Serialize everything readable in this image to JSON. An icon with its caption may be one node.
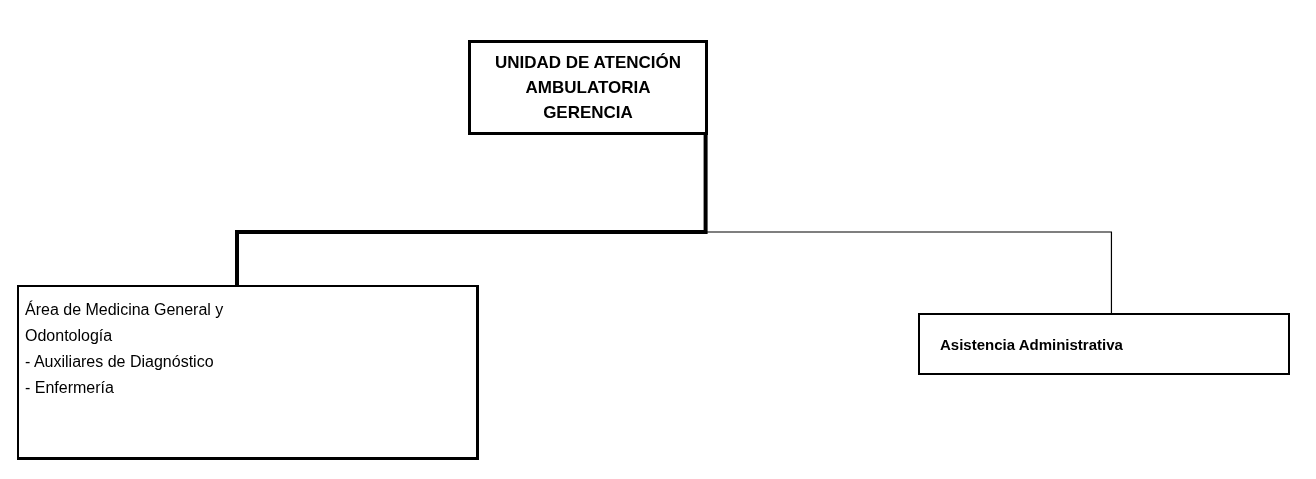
{
  "diagram": {
    "nodes": [
      {
        "text": [
          "UNIDAD DE ATENCIÓN AMBULATORIA GERENCIA"
        ]
      },
      {
        "text": [
          "Área de Medicina General y Odontología",
          "- Auxiliares de Diagnóstico",
          "- Enfermería"
        ]
      },
      {
        "text": [
          "Asistencia Administrativa"
        ]
      }
    ],
    "edges": [
      {
        "from": 0,
        "to": 1,
        "arrow": "none",
        "style": "thick"
      },
      {
        "from": 0,
        "to": 2,
        "arrow": "none"
      }
    ]
  }
}
